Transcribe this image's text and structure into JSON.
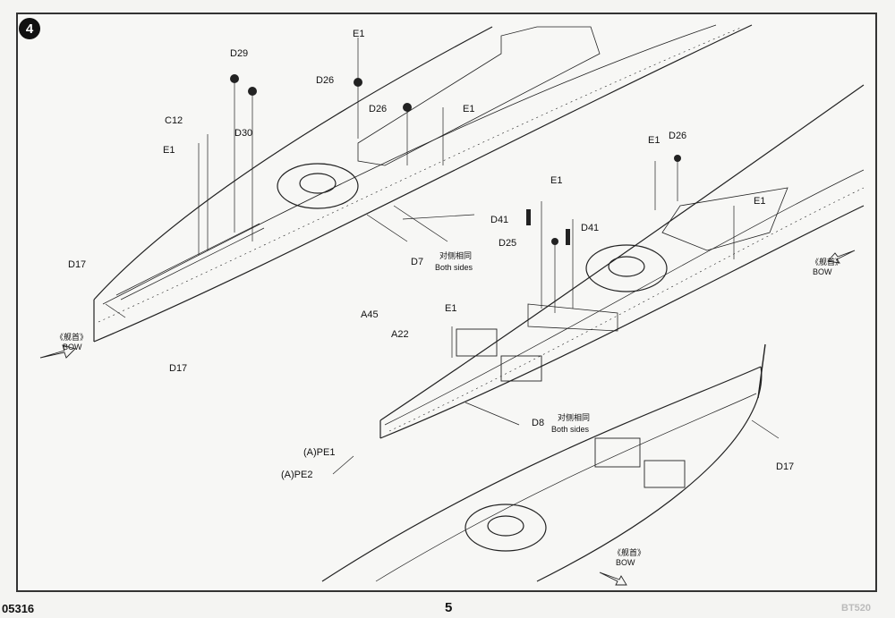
{
  "step": "4",
  "footer": {
    "doc_code": "05316",
    "page_number": "5",
    "corner_code": "BT520"
  },
  "labels": {
    "e1_a": "E1",
    "d26_a": "D26",
    "d29": "D29",
    "d30": "D30",
    "c12": "C12",
    "e1_b": "E1",
    "d26_b": "D26",
    "e1_c": "E1",
    "d7": "D7",
    "both_cn_1": "对侧相同",
    "both_1": "Both sides",
    "d17_a": "D17",
    "bow_cn_1": "《舰首》",
    "bow_1": "BOW",
    "d17_b": "D17",
    "e1_d": "E1",
    "d26_c": "D26",
    "e1_e": "E1",
    "e1_f": "E1",
    "d41_a": "D41",
    "d41_b": "D41",
    "d25": "D25",
    "bow_cn_2": "《舰首》",
    "bow_2": "BOW",
    "a45": "A45",
    "a22": "A22",
    "e1_g": "E1",
    "d8": "D8",
    "both_cn_2": "对侧相同",
    "both_2": "Both sides",
    "pe1": "(A)PE1",
    "pe2": "(A)PE2",
    "d17_c": "D17",
    "bow_cn_3": "《舰首》",
    "bow_3": "BOW"
  }
}
